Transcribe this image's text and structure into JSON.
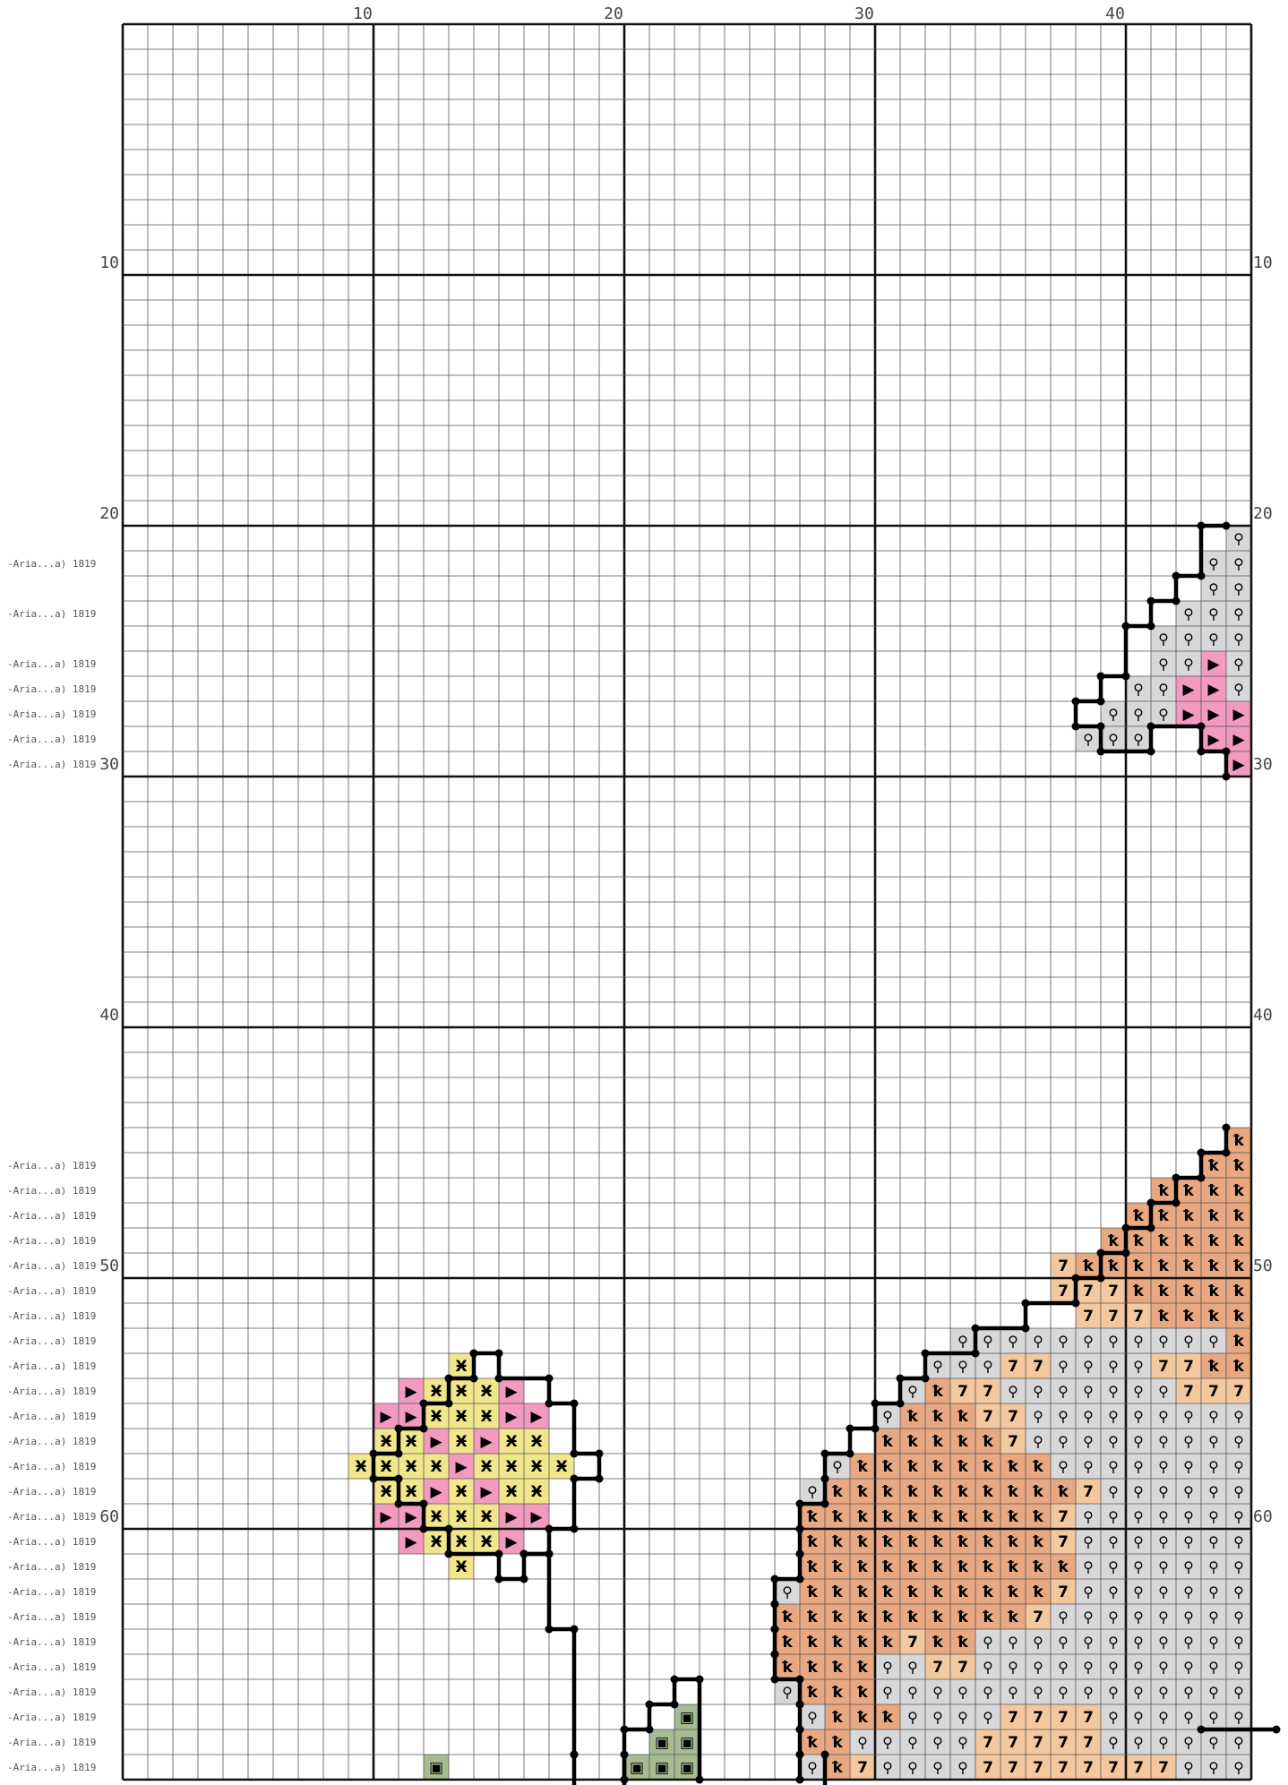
{
  "grid": {
    "columns": 45,
    "rows": 70,
    "column_numbers": [
      "10",
      "20",
      "30",
      "40"
    ],
    "row_numbers": [
      "10",
      "20",
      "30",
      "40",
      "50",
      "60"
    ]
  },
  "row_label_text": "-Aria...a) 1819",
  "row_label_rows": [
    22,
    24,
    26,
    27,
    28,
    29,
    30,
    46,
    47,
    48,
    49,
    50,
    51,
    52,
    53,
    54,
    55,
    56,
    57,
    58,
    59,
    60,
    61,
    62,
    63,
    64,
    65,
    66,
    67,
    68,
    69,
    70
  ],
  "palette": {
    "salmon": "#e8a882",
    "grey": "#d8d8da",
    "peach": "#f3c89e",
    "pink": "#f29ac0",
    "yellow": "#f2e68c",
    "green": "#a7bb92"
  },
  "symbols": {
    "salmon": "corner-hook-symbol",
    "grey": "key-symbol",
    "peach": "seven-symbol",
    "pink": "triangle-symbol",
    "yellow": "comb-symbol",
    "green": "square-symbol"
  },
  "region_upper_right": {
    "grey_runs": [
      [
        21,
        45,
        45
      ],
      [
        22,
        44,
        45
      ],
      [
        23,
        44,
        45
      ],
      [
        24,
        43,
        45
      ],
      [
        25,
        42,
        45
      ],
      [
        26,
        42,
        43
      ],
      [
        26,
        45,
        45
      ],
      [
        27,
        41,
        42
      ],
      [
        27,
        45,
        45
      ],
      [
        28,
        40,
        42
      ],
      [
        29,
        39,
        41
      ]
    ],
    "pink_runs": [
      [
        26,
        44,
        44
      ],
      [
        27,
        43,
        44
      ],
      [
        28,
        43,
        45
      ],
      [
        29,
        44,
        45
      ],
      [
        30,
        45,
        45
      ]
    ]
  },
  "region_lower_right": {
    "base_grey_runs": [
      [
        53,
        34,
        45
      ],
      [
        54,
        33,
        45
      ],
      [
        55,
        32,
        45
      ],
      [
        56,
        31,
        45
      ],
      [
        57,
        31,
        45
      ],
      [
        58,
        29,
        45
      ],
      [
        59,
        28,
        45
      ],
      [
        60,
        28,
        45
      ],
      [
        61,
        28,
        45
      ],
      [
        62,
        28,
        45
      ],
      [
        63,
        27,
        45
      ],
      [
        64,
        27,
        45
      ],
      [
        65,
        27,
        45
      ],
      [
        66,
        27,
        45
      ],
      [
        67,
        27,
        45
      ],
      [
        68,
        28,
        45
      ],
      [
        69,
        28,
        45
      ],
      [
        70,
        28,
        45
      ]
    ],
    "salmon_runs": [
      [
        45,
        45,
        45
      ],
      [
        46,
        44,
        45
      ],
      [
        47,
        42,
        45
      ],
      [
        48,
        41,
        45
      ],
      [
        49,
        40,
        45
      ],
      [
        50,
        39,
        45
      ],
      [
        51,
        41,
        45
      ],
      [
        52,
        42,
        45
      ],
      [
        53,
        45,
        45
      ],
      [
        54,
        44,
        45
      ],
      [
        55,
        33,
        33
      ],
      [
        56,
        32,
        34
      ],
      [
        57,
        31,
        35
      ],
      [
        58,
        30,
        37
      ],
      [
        59,
        29,
        38
      ],
      [
        60,
        28,
        37
      ],
      [
        61,
        28,
        38
      ],
      [
        62,
        28,
        38
      ],
      [
        63,
        28,
        37
      ],
      [
        64,
        27,
        36
      ],
      [
        65,
        27,
        31
      ],
      [
        65,
        33,
        34
      ],
      [
        66,
        27,
        30
      ],
      [
        67,
        28,
        30
      ],
      [
        68,
        29,
        31
      ],
      [
        69,
        28,
        29
      ],
      [
        70,
        29,
        29
      ]
    ],
    "peach_runs": [
      [
        50,
        38,
        38
      ],
      [
        51,
        38,
        40
      ],
      [
        52,
        39,
        41
      ],
      [
        54,
        36,
        37
      ],
      [
        54,
        42,
        43
      ],
      [
        55,
        34,
        35
      ],
      [
        55,
        43,
        45
      ],
      [
        56,
        35,
        36
      ],
      [
        57,
        36,
        36
      ],
      [
        59,
        39,
        39
      ],
      [
        60,
        38,
        38
      ],
      [
        61,
        38,
        38
      ],
      [
        63,
        38,
        38
      ],
      [
        64,
        37,
        37
      ],
      [
        65,
        32,
        32
      ],
      [
        66,
        33,
        34
      ],
      [
        68,
        36,
        39
      ],
      [
        69,
        35,
        39
      ],
      [
        70,
        30,
        30
      ],
      [
        70,
        35,
        42
      ]
    ],
    "outline_steps": [
      [
        45,
        44
      ],
      [
        46,
        43
      ],
      [
        47,
        42
      ],
      [
        48,
        41
      ],
      [
        49,
        40
      ],
      [
        50,
        39
      ],
      [
        51,
        38
      ],
      [
        52,
        36
      ],
      [
        53,
        34
      ],
      [
        54,
        32
      ],
      [
        55,
        31
      ],
      [
        56,
        30
      ],
      [
        57,
        29
      ],
      [
        58,
        28
      ],
      [
        59,
        28
      ],
      [
        60,
        27
      ],
      [
        61,
        27
      ],
      [
        62,
        27
      ],
      [
        63,
        26
      ],
      [
        64,
        26
      ],
      [
        65,
        26
      ],
      [
        66,
        26
      ],
      [
        67,
        27
      ],
      [
        68,
        27
      ],
      [
        69,
        27
      ],
      [
        70,
        27
      ]
    ]
  },
  "flower_motif": {
    "pink_cells": [
      [
        55,
        12
      ],
      [
        55,
        16
      ],
      [
        56,
        11
      ],
      [
        56,
        12
      ],
      [
        56,
        16
      ],
      [
        56,
        17
      ],
      [
        57,
        13
      ],
      [
        57,
        15
      ],
      [
        58,
        14
      ],
      [
        59,
        13
      ],
      [
        59,
        15
      ],
      [
        60,
        11
      ],
      [
        60,
        12
      ],
      [
        60,
        16
      ],
      [
        60,
        17
      ],
      [
        61,
        12
      ],
      [
        61,
        16
      ]
    ],
    "yellow_runs": [
      [
        54,
        14,
        14
      ],
      [
        55,
        13,
        15
      ],
      [
        56,
        13,
        15
      ],
      [
        57,
        11,
        17
      ],
      [
        58,
        10,
        18
      ],
      [
        59,
        11,
        17
      ],
      [
        60,
        13,
        15
      ],
      [
        61,
        13,
        15
      ],
      [
        62,
        14,
        14
      ]
    ],
    "outline_points": [
      [
        14,
        54
      ],
      [
        15,
        54
      ],
      [
        15,
        55
      ],
      [
        17,
        55
      ],
      [
        17,
        56
      ],
      [
        18,
        56
      ],
      [
        18,
        58
      ],
      [
        19,
        58
      ],
      [
        19,
        59
      ],
      [
        18,
        59
      ],
      [
        18,
        61
      ],
      [
        17,
        61
      ],
      [
        17,
        62
      ],
      [
        16,
        62
      ],
      [
        16,
        63
      ],
      [
        15,
        63
      ],
      [
        15,
        62
      ],
      [
        13,
        62
      ],
      [
        13,
        61
      ],
      [
        12,
        61
      ],
      [
        12,
        60
      ],
      [
        11,
        60
      ],
      [
        11,
        59
      ],
      [
        10,
        59
      ],
      [
        10,
        58
      ],
      [
        11,
        58
      ],
      [
        11,
        57
      ],
      [
        12,
        57
      ],
      [
        12,
        56
      ],
      [
        13,
        56
      ],
      [
        13,
        55
      ],
      [
        14,
        55
      ],
      [
        14,
        54
      ]
    ],
    "stem_points": [
      [
        16,
        62
      ],
      [
        17,
        62
      ],
      [
        17,
        65
      ],
      [
        18,
        65
      ],
      [
        18,
        70
      ]
    ]
  },
  "green_cells": [
    [
      70,
      13
    ],
    [
      70,
      21
    ],
    [
      70,
      22
    ],
    [
      70,
      23
    ],
    [
      69,
      22
    ],
    [
      69,
      23
    ],
    [
      68,
      23
    ]
  ],
  "green_outline_points": [
    [
      20,
      71
    ],
    [
      20,
      69
    ],
    [
      21,
      69
    ],
    [
      21,
      68
    ],
    [
      22,
      68
    ],
    [
      22,
      67
    ],
    [
      23,
      67
    ],
    [
      23,
      71
    ]
  ],
  "upper_outline_points": [
    [
      44,
      21
    ],
    [
      43,
      21
    ],
    [
      43,
      23
    ],
    [
      42,
      23
    ],
    [
      42,
      24
    ],
    [
      41,
      24
    ],
    [
      41,
      25
    ],
    [
      40,
      25
    ],
    [
      40,
      27
    ],
    [
      39,
      27
    ],
    [
      39,
      28
    ],
    [
      38,
      28
    ],
    [
      38,
      29
    ],
    [
      39,
      29
    ],
    [
      39,
      30
    ],
    [
      41,
      30
    ],
    [
      41,
      29
    ],
    [
      43,
      29
    ],
    [
      43,
      30
    ],
    [
      44,
      30
    ],
    [
      44,
      31
    ]
  ]
}
